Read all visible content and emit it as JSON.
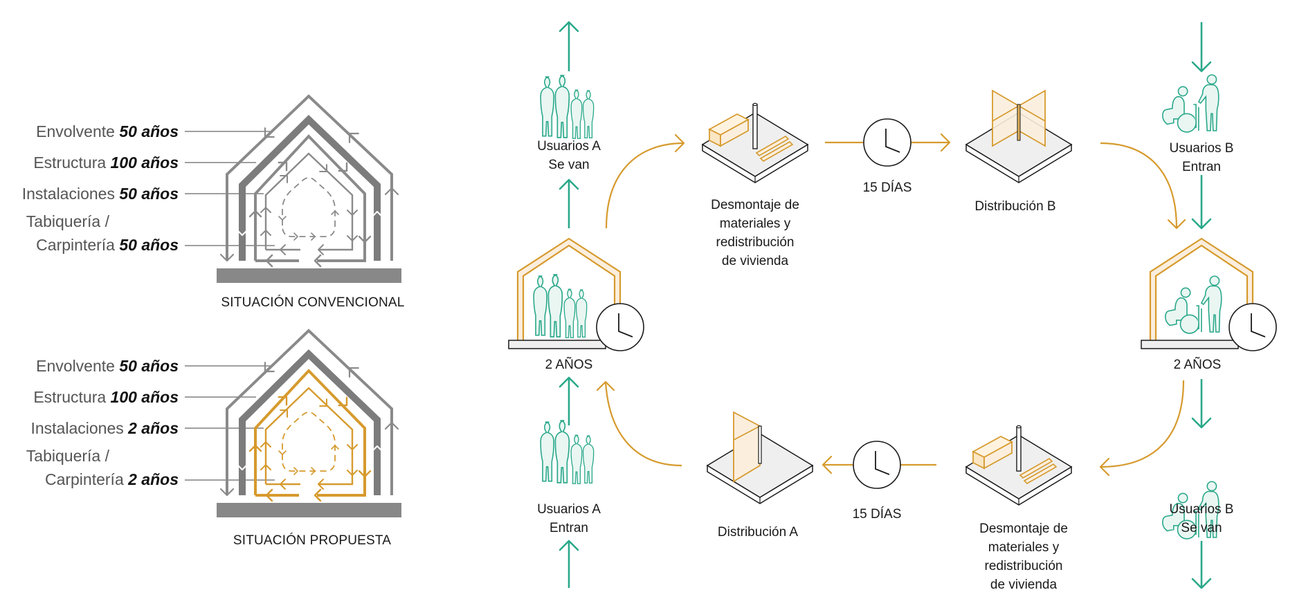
{
  "colors": {
    "gray": "#8a8a8a",
    "gray_dark": "#7c7c7c",
    "gold": "#d69a2d",
    "gold_fill": "#fbeedd",
    "teal": "#2aa88a",
    "teal_fill": "#e9f6f2",
    "ink": "#1a1a1a",
    "platform_fill": "#efefef"
  },
  "lifespan_diagrams": [
    {
      "title": "SITUACIÓN CONVENCIONAL",
      "layers": [
        {
          "name": "Envolvente",
          "years": "50 años"
        },
        {
          "name": "Estructura",
          "years": "100 años"
        },
        {
          "name": "Instalaciones",
          "years": "50 años"
        },
        {
          "name_line1": "Tabiquería /",
          "name": "Carpintería",
          "years": "50 años"
        }
      ],
      "highlight_inner_layers": false
    },
    {
      "title": "SITUACIÓN PROPUESTA",
      "layers": [
        {
          "name": "Envolvente",
          "years": "50 años"
        },
        {
          "name": "Estructura",
          "years": "100 años"
        },
        {
          "name": "Instalaciones",
          "years": "2 años"
        },
        {
          "name_line1": "Tabiquería /",
          "name": "Carpintería",
          "years": "2 años"
        }
      ],
      "highlight_inner_layers": true
    }
  ],
  "cycle": {
    "users_a_leave": {
      "line1": "Usuarios A",
      "line2": "Se van",
      "icon": "family-icon"
    },
    "users_a_enter": {
      "line1": "Usuarios A",
      "line2": "Entran",
      "icon": "family-icon"
    },
    "users_b_enter": {
      "line1": "Usuarios B",
      "line2": "Entran",
      "icon": "elderly-wheelchair-icon"
    },
    "users_b_leave": {
      "line1": "Usuarios B",
      "line2": "Se van",
      "icon": "elderly-wheelchair-icon"
    },
    "house_a": {
      "duration": "2 AÑOS"
    },
    "house_b": {
      "duration": "2 AÑOS"
    },
    "dismantle_top": {
      "lines": [
        "Desmontaje de",
        "materiales y",
        "redistribución",
        "de vivienda"
      ]
    },
    "dismantle_bottom": {
      "lines": [
        "Desmontaje de",
        "materiales y",
        "redistribución",
        "de vivienda"
      ]
    },
    "clock_top": {
      "duration": "15 DÍAS"
    },
    "clock_bottom": {
      "duration": "15 DÍAS"
    },
    "distribution_b": {
      "label": "Distribución B"
    },
    "distribution_a": {
      "label": "Distribución A"
    }
  }
}
